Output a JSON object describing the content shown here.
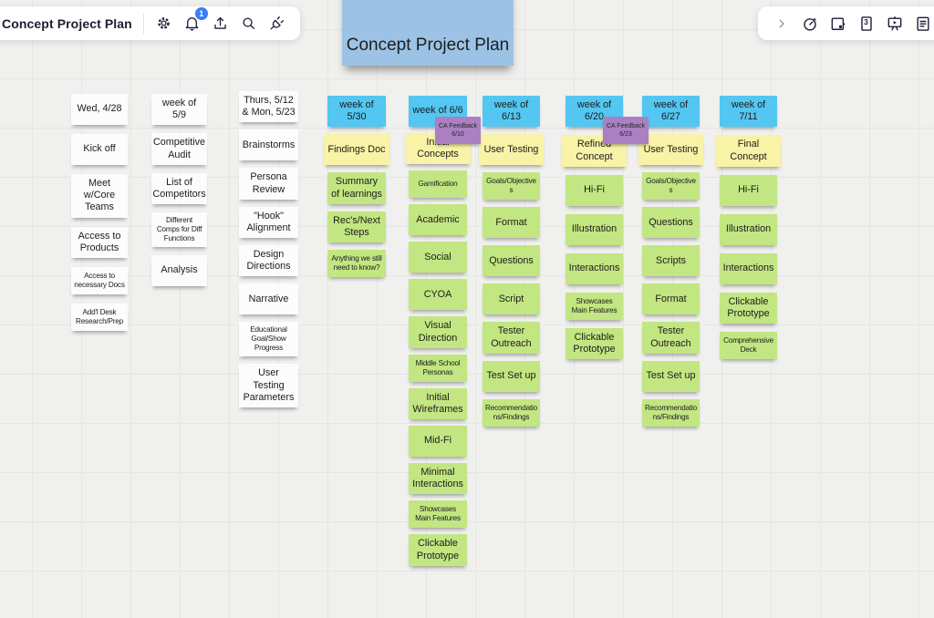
{
  "toolbar_left": {
    "title": "Concept Project Plan",
    "notification_badge": "1",
    "icons": [
      "settings-gear",
      "notifications-bell",
      "share-upload",
      "search",
      "plugins-plug"
    ]
  },
  "toolbar_right": {
    "icons": [
      "expand-chevron",
      "timer-stopwatch",
      "stamp-sticker",
      "template-calendar",
      "present-slideshow",
      "notes-document",
      "more-tools"
    ],
    "template_number": "3"
  },
  "board": {
    "title_sticky": {
      "text": "Concept Project Plan",
      "color": "#9cc3e5"
    },
    "sticky_colors": {
      "white": "#fcfcfc",
      "blue": "#53c6f1",
      "yellow": "#f8f3a6",
      "green": "#c2e681",
      "purple": "#aa80c3"
    },
    "feedback_notes": [
      {
        "text": "CA Feedback 6/10"
      },
      {
        "text": "CA Feedback 6/23"
      }
    ],
    "columns": [
      {
        "stickies": [
          {
            "text": "Wed, 4/28",
            "color": "white"
          },
          {
            "text": "Kick off",
            "color": "white"
          },
          {
            "text": "Meet w/Core Teams",
            "color": "white"
          },
          {
            "text": "Access to Products",
            "color": "white"
          },
          {
            "text": "Access to necessary Docs",
            "color": "white",
            "small": true
          },
          {
            "text": "Add'l Desk Research/Prep",
            "color": "white",
            "small": true
          }
        ]
      },
      {
        "stickies": [
          {
            "text": "week of 5/9",
            "color": "white"
          },
          {
            "text": "Competitive Audit",
            "color": "white"
          },
          {
            "text": "List of Competitors",
            "color": "white"
          },
          {
            "text": "Different Comps for Diff Functions",
            "color": "white",
            "small": true
          },
          {
            "text": "Analysis",
            "color": "white"
          }
        ]
      },
      {
        "stickies": [
          {
            "text": "Thurs, 5/12 & Mon, 5/23",
            "color": "white"
          },
          {
            "text": "Brainstorms",
            "color": "white"
          },
          {
            "text": "Persona Review",
            "color": "white"
          },
          {
            "text": "\"Hook\" Alignment",
            "color": "white"
          },
          {
            "text": "Design Directions",
            "color": "white"
          },
          {
            "text": "Narrative",
            "color": "white"
          },
          {
            "text": "Educational Goal/Show Progress",
            "color": "white",
            "small": true
          },
          {
            "text": "User Testing Parameters",
            "color": "white"
          }
        ]
      },
      {
        "stickies": [
          {
            "text": "week of 5/30",
            "color": "blue"
          },
          {
            "text": "Findings Doc",
            "color": "yellow"
          },
          {
            "text": "Summary of learnings",
            "color": "green"
          },
          {
            "text": "Rec's/Next Steps",
            "color": "green"
          },
          {
            "text": "Anything we still need to know?",
            "color": "green",
            "small": true
          }
        ]
      },
      {
        "stickies": [
          {
            "text": "week of 6/6",
            "color": "blue"
          },
          {
            "text": "Initial Concepts",
            "color": "yellow"
          },
          {
            "text": "Gamification",
            "color": "green",
            "small": true
          },
          {
            "text": "Academic",
            "color": "green"
          },
          {
            "text": "Social",
            "color": "green"
          },
          {
            "text": "CYOA",
            "color": "green"
          },
          {
            "text": "Visual Direction",
            "color": "green"
          },
          {
            "text": "Middle School Personas",
            "color": "green",
            "small": true
          },
          {
            "text": "Initial Wireframes",
            "color": "green"
          },
          {
            "text": "Mid-Fi",
            "color": "green"
          },
          {
            "text": "Minimal Interactions",
            "color": "green"
          },
          {
            "text": "Showcases Main Features",
            "color": "green",
            "small": true
          },
          {
            "text": "Clickable Prototype",
            "color": "green"
          }
        ]
      },
      {
        "stickies": [
          {
            "text": "week of 6/13",
            "color": "blue"
          },
          {
            "text": "User Testing",
            "color": "yellow"
          },
          {
            "text": "Goals/Objectives",
            "color": "green",
            "small": true
          },
          {
            "text": "Format",
            "color": "green"
          },
          {
            "text": "Questions",
            "color": "green"
          },
          {
            "text": "Script",
            "color": "green"
          },
          {
            "text": "Tester Outreach",
            "color": "green"
          },
          {
            "text": "Test Set up",
            "color": "green"
          },
          {
            "text": "Recommendations/Findings",
            "color": "green",
            "small": true
          }
        ]
      },
      {
        "stickies": [
          {
            "text": "week of 6/20",
            "color": "blue"
          },
          {
            "text": "Refined Concept",
            "color": "yellow"
          },
          {
            "text": "Hi-Fi",
            "color": "green"
          },
          {
            "text": "Illustration",
            "color": "green"
          },
          {
            "text": "Interactions",
            "color": "green"
          },
          {
            "text": "Showcases Main Features",
            "color": "green",
            "small": true
          },
          {
            "text": "Clickable Prototype",
            "color": "green"
          }
        ]
      },
      {
        "stickies": [
          {
            "text": "week of 6/27",
            "color": "blue"
          },
          {
            "text": "User Testing",
            "color": "yellow"
          },
          {
            "text": "Goals/Objectives",
            "color": "green",
            "small": true
          },
          {
            "text": "Questions",
            "color": "green"
          },
          {
            "text": "Scripts",
            "color": "green"
          },
          {
            "text": "Format",
            "color": "green"
          },
          {
            "text": "Tester Outreach",
            "color": "green"
          },
          {
            "text": "Test Set up",
            "color": "green"
          },
          {
            "text": "Recommendations/Findings",
            "color": "green",
            "small": true
          }
        ]
      },
      {
        "stickies": [
          {
            "text": "week of 7/11",
            "color": "blue"
          },
          {
            "text": "Final Concept",
            "color": "yellow"
          },
          {
            "text": "Hi-Fi",
            "color": "green"
          },
          {
            "text": "Illustration",
            "color": "green"
          },
          {
            "text": "Interactions",
            "color": "green"
          },
          {
            "text": "Clickable Prototype",
            "color": "green"
          },
          {
            "text": "Comprehensive Deck",
            "color": "green",
            "small": true
          }
        ]
      }
    ]
  }
}
